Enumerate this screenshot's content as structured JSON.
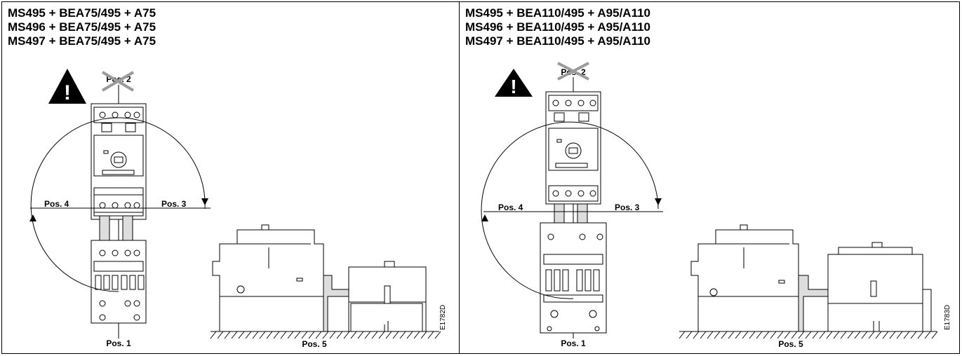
{
  "panels": [
    {
      "titles": [
        "MS495 + BEA75/495 + A75",
        "MS496 + BEA75/495 + A75",
        "MS497 + BEA75/495 + A75"
      ],
      "positions": {
        "pos1": "Pos. 1",
        "pos2": "Pos. 2",
        "pos3": "Pos. 3",
        "pos4": "Pos. 4",
        "pos5": "Pos. 5"
      },
      "code": "E1782D",
      "warning_symbol": "!"
    },
    {
      "titles": [
        "MS495 + BEA110/495 + A95/A110",
        "MS496 + BEA110/495 + A95/A110",
        "MS497 + BEA110/495 + A95/A110"
      ],
      "positions": {
        "pos1": "Pos. 1",
        "pos2": "Pos. 2",
        "pos3": "Pos. 3",
        "pos4": "Pos. 4",
        "pos5": "Pos. 5"
      },
      "code": "E1783D",
      "warning_symbol": "!"
    }
  ],
  "colors": {
    "line": "#000000",
    "cross": "#9a9a9a",
    "warning": "#000000"
  },
  "icons": [
    "warning-triangle-icon",
    "cross-out-icon",
    "ground-hatch-icon"
  ]
}
